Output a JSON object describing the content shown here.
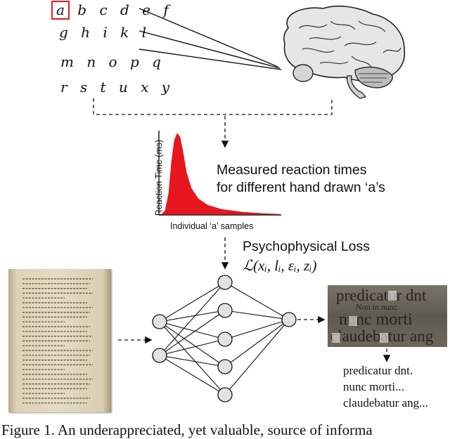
{
  "alphabet": {
    "rows": [
      "a b c d e f",
      "g h i k l",
      "m n o p q",
      "r s t u x y"
    ],
    "highlight_color": "#e0201c"
  },
  "histogram": {
    "ylabel": "Reaction Time (ms)",
    "xlabel": "Individual ‘a’ samples",
    "color": "#e8171f"
  },
  "measured": {
    "line1": "Measured reaction times",
    "line2": "for different hand drawn ‘a’s"
  },
  "loss": {
    "title": "Psychophysical Loss",
    "formula": "ℒ(xᵢ, lᵢ, εᵢ, zᵢ)"
  },
  "manuscript_crop": {
    "lines": [
      "predicatur dnt",
      "Non in nunc",
      "nunc morti",
      "claudebatur ang"
    ],
    "highlight_letter": "a"
  },
  "transcription": {
    "lines": [
      "predicatur dnt.",
      "nunc morti...",
      "claudebatur ang..."
    ]
  },
  "caption": "Figure 1. An underappreciated, yet valuable, source of informa"
}
